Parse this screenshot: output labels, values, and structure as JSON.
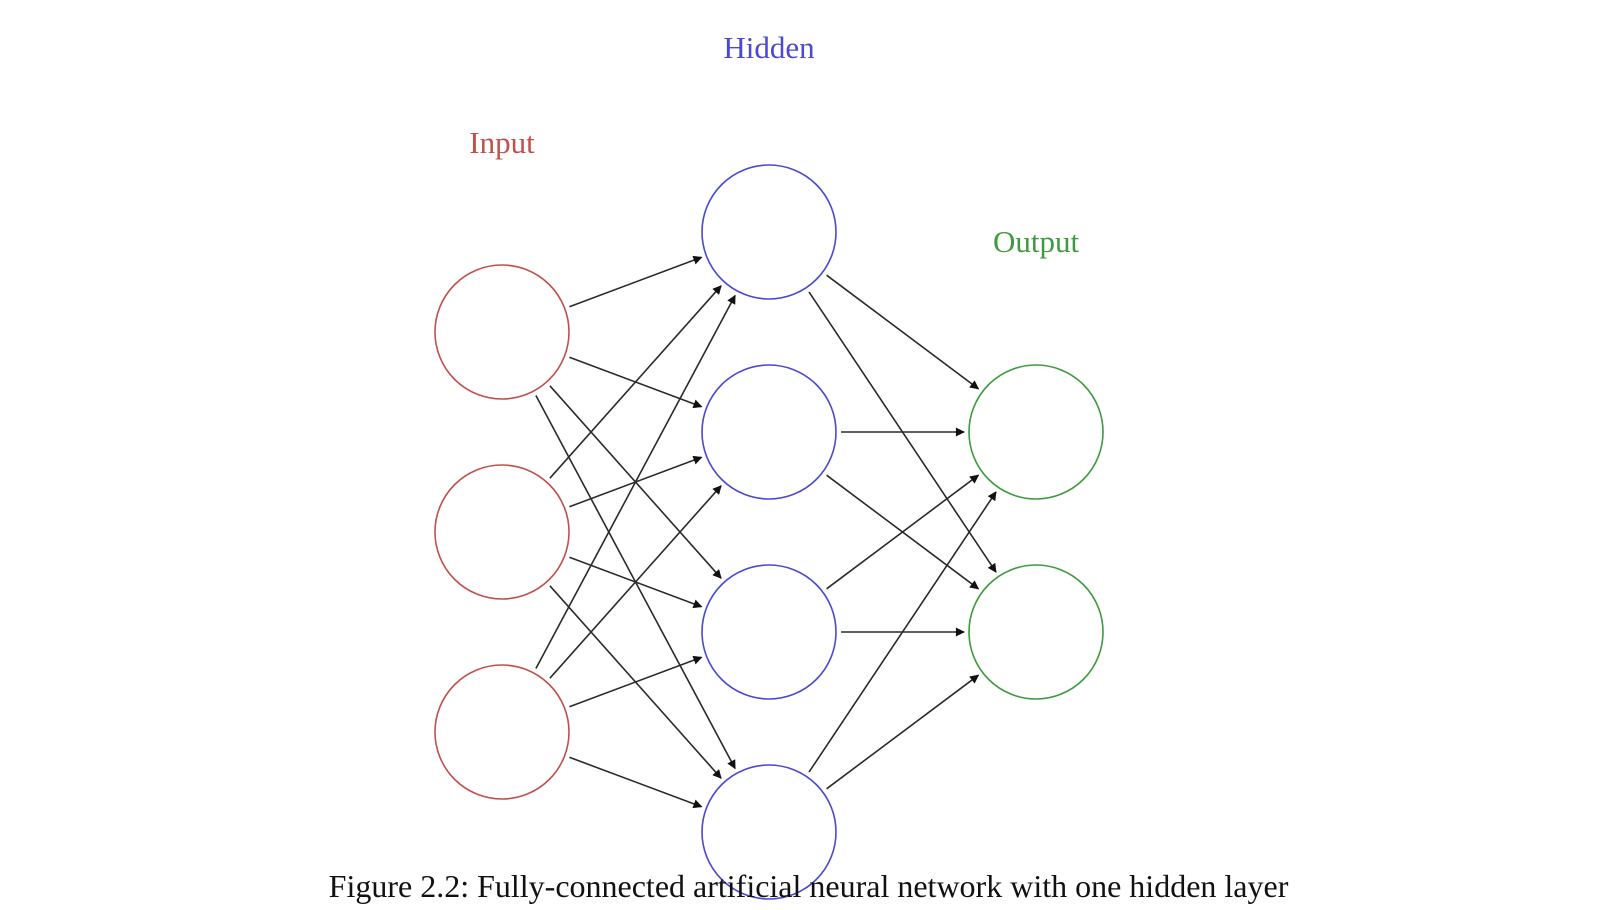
{
  "figure": {
    "caption": "Figure 2.2: Fully-connected artificial neural network with one hidden layer"
  },
  "network": {
    "layers": [
      {
        "key": "input",
        "label": "Input",
        "color": "#c0504d",
        "nodes": 3
      },
      {
        "key": "hidden",
        "label": "Hidden",
        "color": "#4a4ad0",
        "nodes": 4
      },
      {
        "key": "output",
        "label": "Output",
        "color": "#3f9a3f",
        "nodes": 2
      }
    ],
    "connections": "fully-connected",
    "edge_color": "#2a2a2a"
  }
}
